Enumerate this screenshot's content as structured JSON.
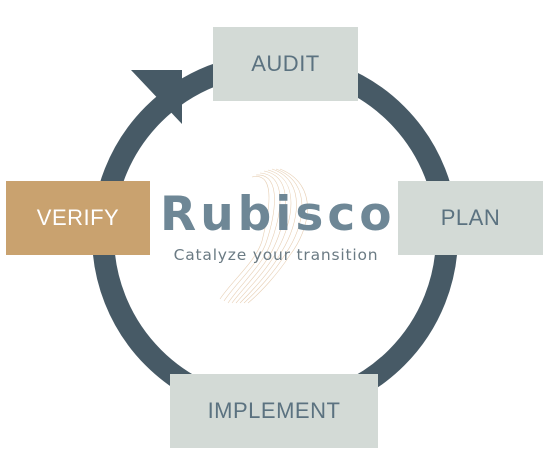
{
  "cycle": {
    "stages": {
      "audit": "AUDIT",
      "plan": "PLAN",
      "implement": "IMPLEMENT",
      "verify": "VERIFY"
    }
  },
  "logo": {
    "name": "Rubisco",
    "tagline": "Catalyze your transition"
  },
  "colors": {
    "ring": "#475a66",
    "stage_box": "#d3dad6",
    "stage_text": "#5b7280",
    "highlight_box": "#c9a26f",
    "highlight_text": "#ffffff",
    "brand_text": "#6e8796"
  }
}
